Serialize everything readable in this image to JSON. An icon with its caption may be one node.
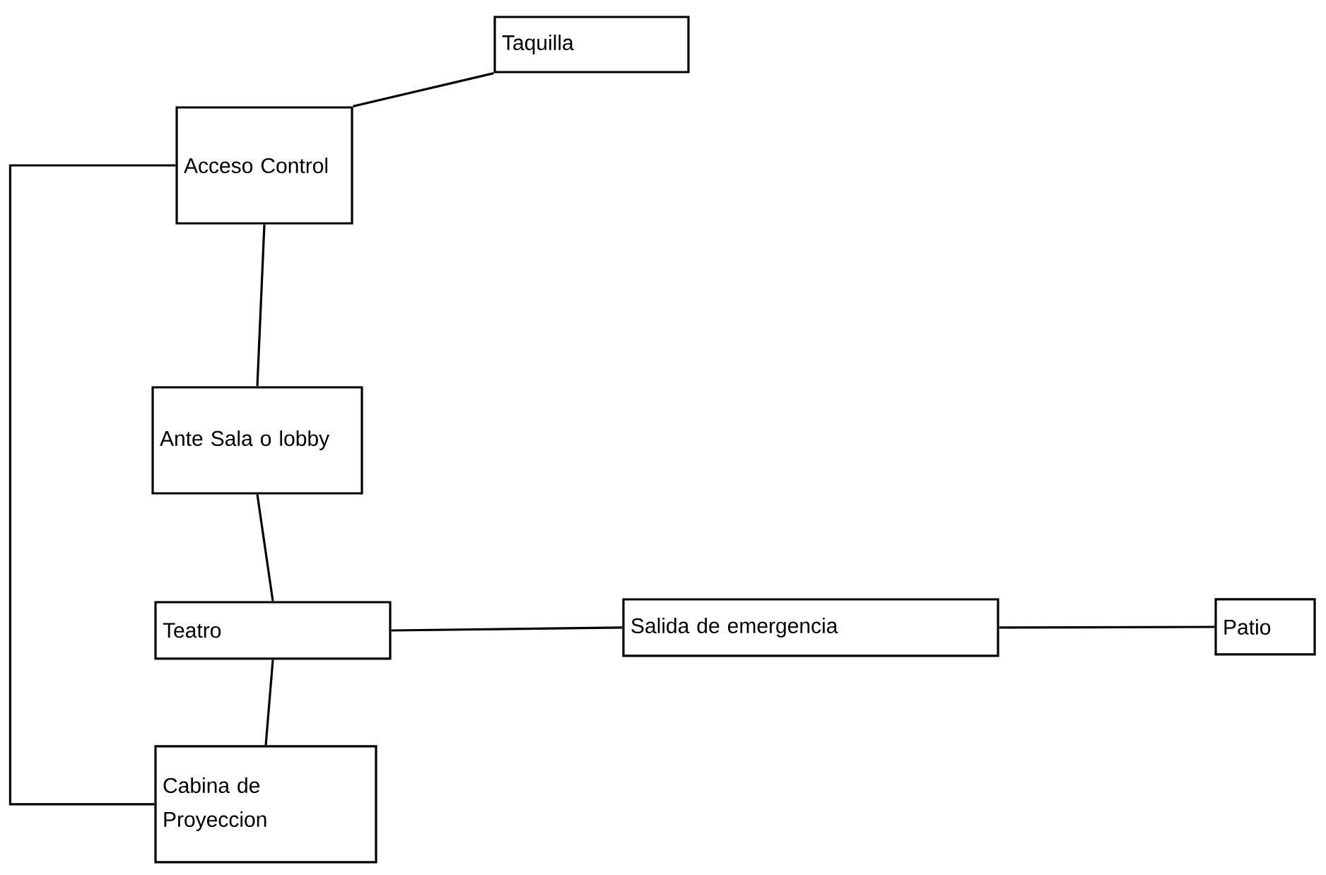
{
  "diagram": {
    "nodes": [
      {
        "text": [
          "Taquilla"
        ]
      },
      {
        "text": [
          "Acceso Control"
        ]
      },
      {
        "text": [
          "Ante Sala o lobby"
        ]
      },
      {
        "text": [
          "Teatro"
        ]
      },
      {
        "text": [
          "Salida de emergencia"
        ]
      },
      {
        "text": [
          "Patio"
        ]
      },
      {
        "text": [
          "Cabina de Proyeccion"
        ]
      }
    ],
    "edges": [
      {
        "from": 1,
        "to": 0,
        "arrow": "none"
      },
      {
        "from": 1,
        "to": 2,
        "arrow": "none"
      },
      {
        "from": 2,
        "to": 3,
        "arrow": "none"
      },
      {
        "from": 3,
        "to": 4,
        "arrow": "none"
      },
      {
        "from": 4,
        "to": 5,
        "arrow": "none"
      },
      {
        "from": 3,
        "to": 6,
        "arrow": "none"
      },
      {
        "from": 1,
        "to": 6,
        "arrow": "none"
      }
    ]
  }
}
